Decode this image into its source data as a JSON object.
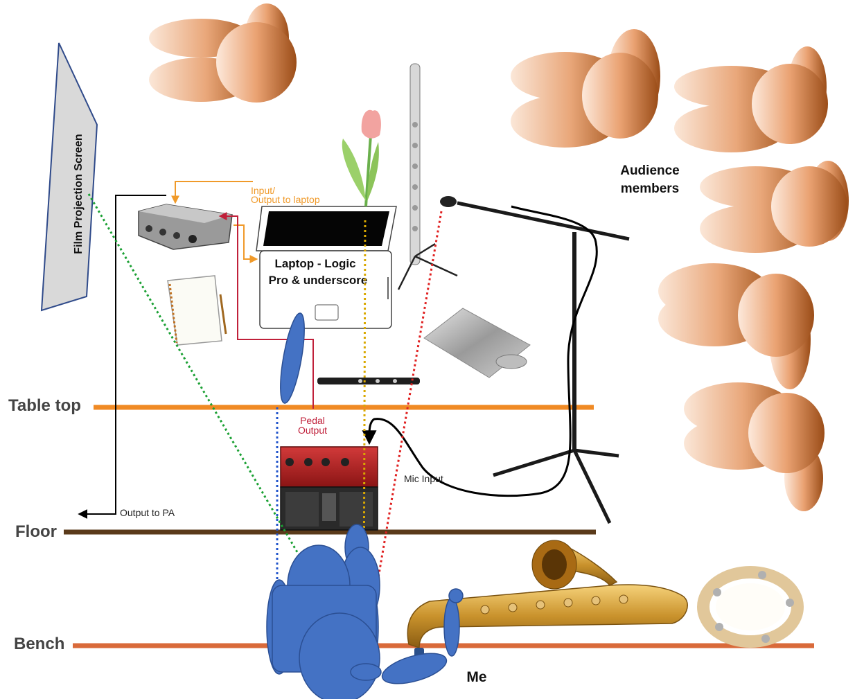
{
  "diagram": {
    "screen_label": "Film Projection Screen",
    "audience_label_line1": "Audience",
    "audience_label_line2": "members",
    "laptop_label_line1": "Laptop - Logic",
    "laptop_label_line2": "Pro & underscore",
    "io_label_line1": "Input/",
    "io_label_line2": "Output to laptop",
    "pedal_label_line1": "Pedal",
    "pedal_label_line2": "Output",
    "mic_input_label": "Mic Input",
    "output_pa_label": "Output to PA",
    "me_label": "Me",
    "levels": {
      "table_top": "Table top",
      "floor": "Floor",
      "bench": "Bench"
    }
  },
  "colors": {
    "audience": "#c98550",
    "performer": "#4472c4",
    "table_line": "#f08a24",
    "floor_line": "#5a3a1a",
    "bench_line": "#d96a3a",
    "orange_cable": "#f09a2a",
    "red_cable": "#c0203a",
    "green_dotted": "#1aa033",
    "red_dotted": "#e02020",
    "yellow_dotted": "#d9a800",
    "blue_dotted": "#2255cc"
  },
  "icons": [
    "audio-interface-icon",
    "laptop-icon",
    "tulip-icon",
    "flute-icon",
    "microphone-stand-icon",
    "foil-roll-icon",
    "piccolo-icon",
    "notepad-icon",
    "loop-pedal-icon",
    "saxophone-icon",
    "tambourine-icon"
  ]
}
